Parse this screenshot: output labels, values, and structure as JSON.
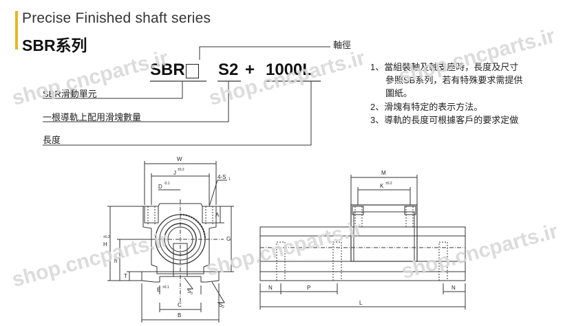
{
  "header": {
    "title_en": "Precise Finished shaft series",
    "title_cn": "SBR系列"
  },
  "code": {
    "prefix": "SBR",
    "shaft": "S2",
    "plus": "+",
    "length": "1000L",
    "label_shaft_dia": "軸徑",
    "label_unit": "SBR滑動單元",
    "label_count": "一根導軌上配用滑塊數量",
    "label_length": "長度"
  },
  "notes": [
    "1、當組裝軸及軸支座時，長度及尺寸",
    "參照SB系列，若有特殊要求需提供",
    "圖紙。",
    "2、滑塊有特定的表示方法。",
    "3、導軌的長度可根據客戶的要求定做"
  ],
  "watermark": "shop.cncparts.ir",
  "drawing_front": {
    "W": "W",
    "J": "J",
    "J_tol": "±0.2",
    "D": "D",
    "D_tol": "-0.1",
    "S1_top": "4-S",
    "S1_sub": "1",
    "A": "A",
    "G": "G",
    "H": "H",
    "H_tol": "±0.2",
    "h": "h",
    "T": "T",
    "E": "E",
    "E_tol": "±0.1",
    "S3": "S",
    "S3_sub": "3",
    "S2": "S",
    "S2_sub": "2",
    "C": "C",
    "B": "B"
  },
  "drawing_side": {
    "M": "M",
    "K": "K",
    "K_tol": "±0.2",
    "N_left": "N",
    "P": "P",
    "N_right": "N",
    "L": "L"
  },
  "colors": {
    "accent": "#e8b423",
    "line": "#333333",
    "watermark": "#d9d9d9"
  }
}
